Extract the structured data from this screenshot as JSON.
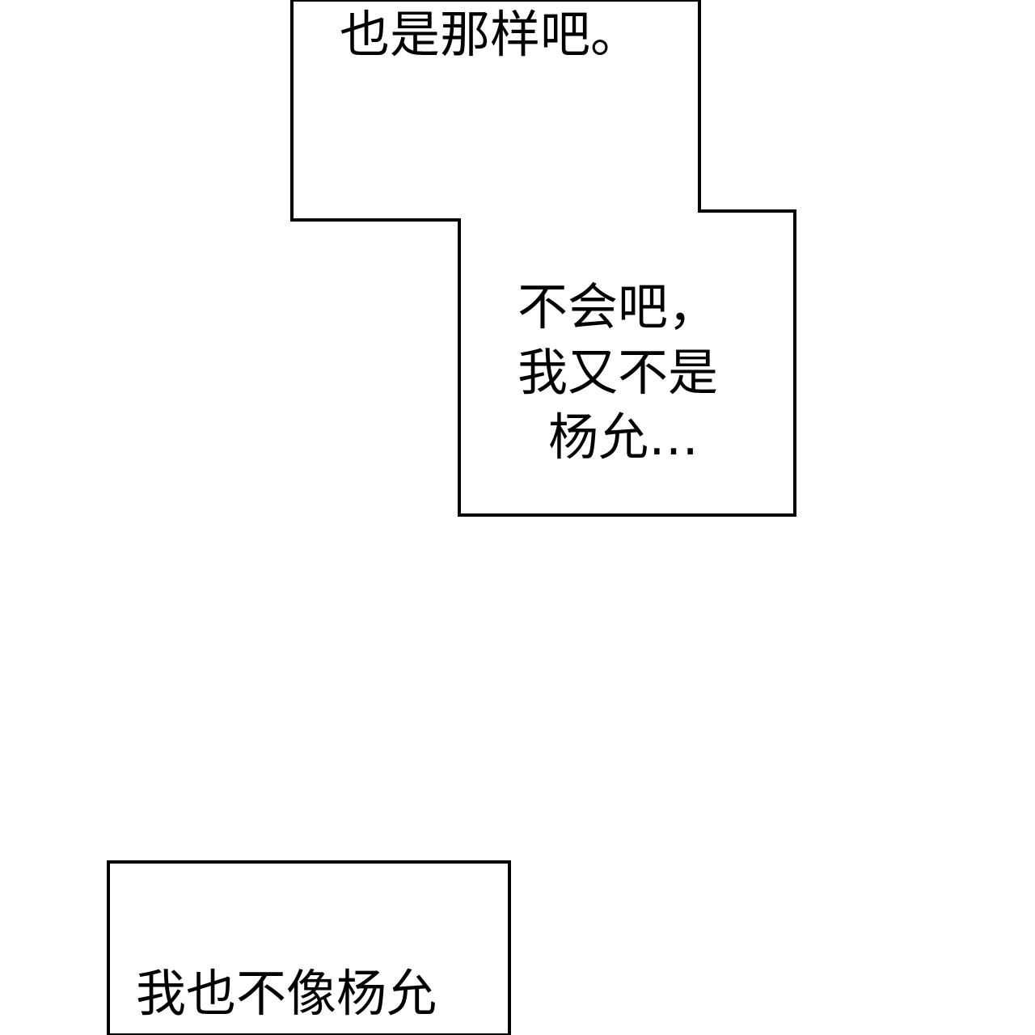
{
  "bubbles": [
    {
      "lines": [
        "也是那样吧。"
      ]
    },
    {
      "lines": [
        "不会吧，",
        "我又不是",
        "杨允…"
      ]
    },
    {
      "lines": [
        "我也不像杨允"
      ]
    }
  ]
}
